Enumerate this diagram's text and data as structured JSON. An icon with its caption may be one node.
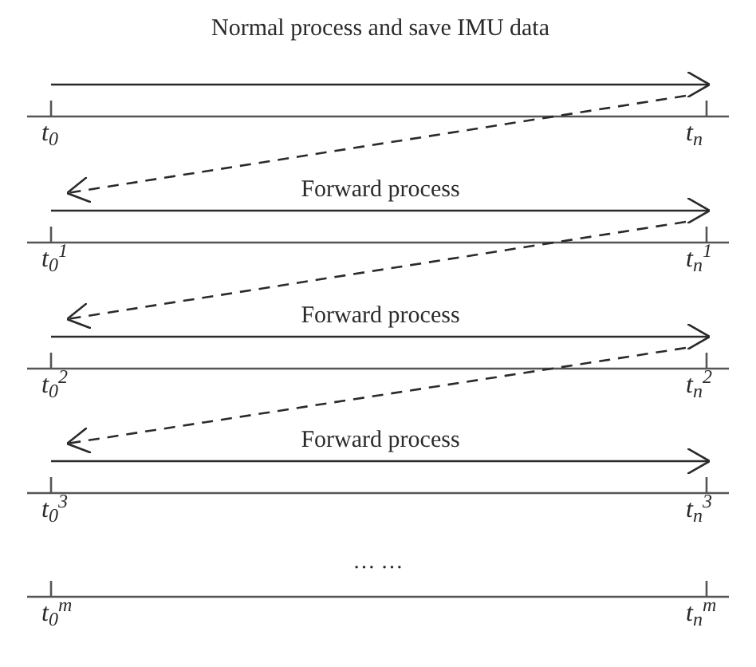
{
  "diagram": {
    "nodes": [
      {
        "text": [
          "t$_{0}$"
        ]
      },
      {
        "text": [
          "t$_{n}$"
        ]
      },
      {
        "text": [
          "t$_{0}$$^{1}$"
        ]
      },
      {
        "text": [
          "t$_{n}$$^{1}$"
        ]
      },
      {
        "text": [
          "t$_{0}$$^{2}$"
        ]
      },
      {
        "text": [
          "t$_{n}$$^{2}$"
        ]
      },
      {
        "text": [
          "t$_{0}$$^{3}$"
        ]
      },
      {
        "text": [
          "t$_{n}$$^{3}$"
        ]
      },
      {
        "text": [
          "t$_{0}$$^{m}$"
        ]
      },
      {
        "text": [
          "t$_{n}$$^{m}$"
        ]
      }
    ],
    "edges": [
      {
        "from": 0,
        "to": 1,
        "arrow": "to",
        "label": "Normal process and save IMU data"
      },
      {
        "from": 1,
        "to": 2,
        "arrow": "to",
        "style": "dashed"
      },
      {
        "from": 2,
        "to": 3,
        "arrow": "to",
        "label": "Forward process"
      },
      {
        "from": 3,
        "to": 4,
        "arrow": "to",
        "style": "dashed"
      },
      {
        "from": 4,
        "to": 5,
        "arrow": "to",
        "label": "Forward process"
      },
      {
        "from": 5,
        "to": 6,
        "arrow": "to",
        "style": "dashed"
      },
      {
        "from": 6,
        "to": 7,
        "arrow": "to",
        "label": "Forward process"
      }
    ],
    "labels": [
      "… …"
    ]
  }
}
